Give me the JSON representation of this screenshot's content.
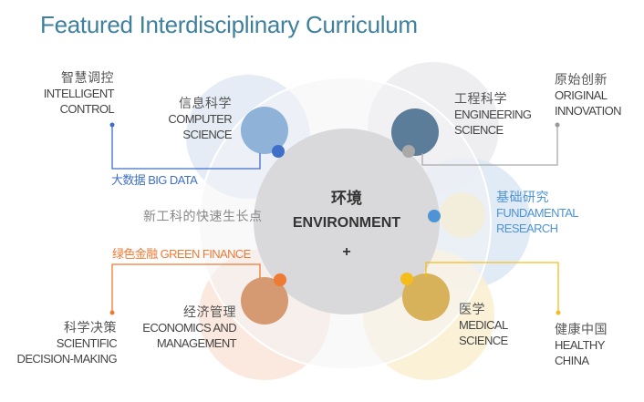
{
  "title": "Featured Interdisciplinary Curriculum",
  "center": {
    "zh": "环境",
    "en": "ENVIRONMENT",
    "plus": "+"
  },
  "tagline": "新工科的快速生长点",
  "links": {
    "big_data": "大数据 BIG DATA",
    "green_finance": "绿色金融 GREEN FINANCE"
  },
  "disciplines": {
    "computer": {
      "zh": "信息科学",
      "en1": "COMPUTER",
      "en2": "SCIENCE"
    },
    "engineering": {
      "zh": "工程科学",
      "en1": "ENGINEERING",
      "en2": "SCIENCE"
    },
    "fundamental": {
      "zh": "基础研究",
      "en1": "FUNDAMENTAL",
      "en2": "RESEARCH"
    },
    "medical": {
      "zh": "医学",
      "en1": "MEDICAL",
      "en2": "SCIENCE"
    },
    "economics": {
      "zh": "经济管理",
      "en1": "ECONOMICS AND",
      "en2": "MANAGEMENT"
    }
  },
  "outcomes": {
    "intelligent": {
      "zh": "智慧调控",
      "en1": "INTELLIGENT",
      "en2": "CONTROL"
    },
    "original": {
      "zh": "原始创新",
      "en1": "ORIGINAL",
      "en2": "INNOVATION"
    },
    "decision": {
      "zh": "科学决策",
      "en1": "SCIENTIFIC",
      "en2": "DECISION-MAKING"
    },
    "healthy": {
      "zh": "健康中国",
      "en1": "HEALTHY",
      "en2": "CHINA"
    }
  },
  "colors": {
    "title": "#3f809d",
    "blue": "#3f6fc9",
    "lightblue": "#4d93d6",
    "orange": "#ee7a33",
    "yellow": "#f5bd1c",
    "grey": "#9a9a9a"
  }
}
